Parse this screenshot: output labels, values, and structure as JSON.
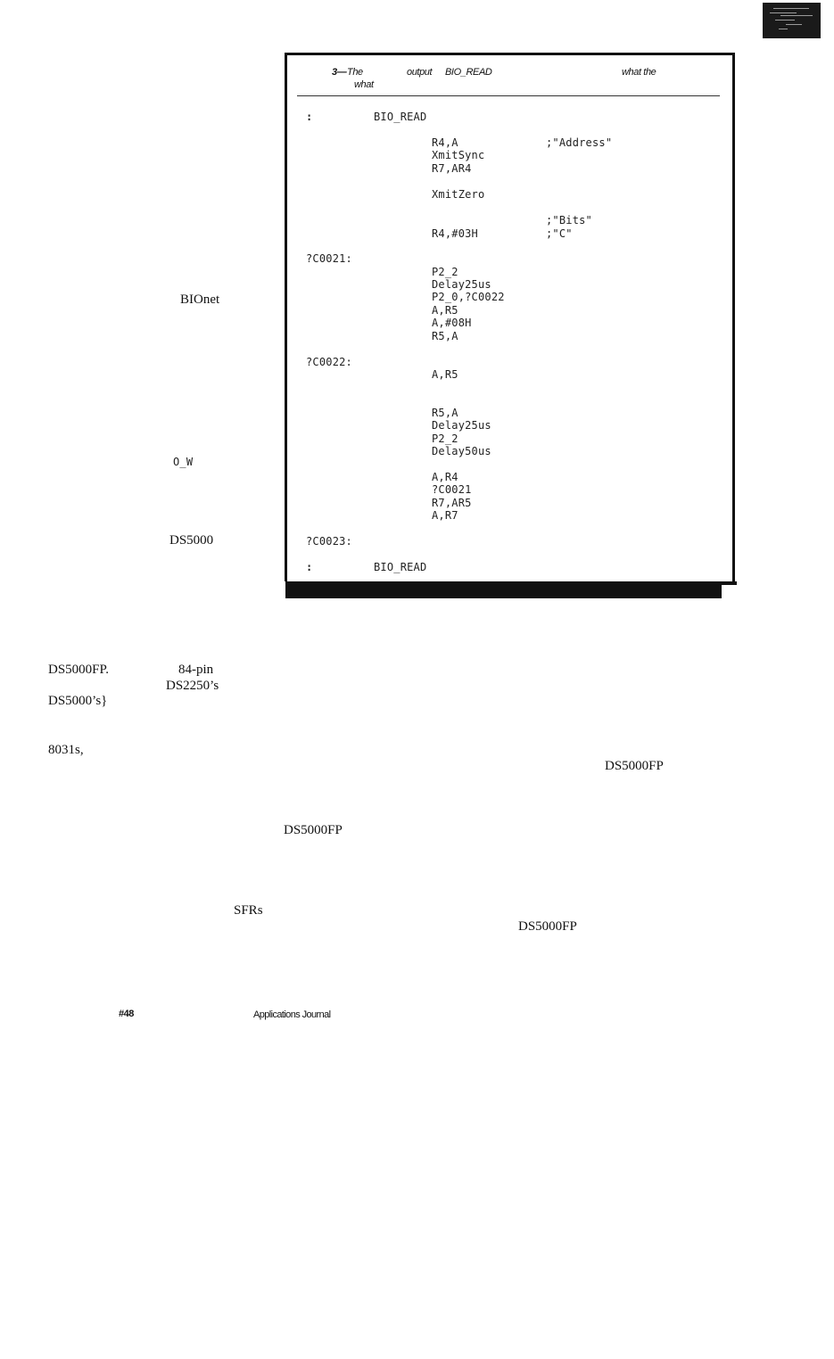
{
  "figure": {
    "caption_number": "3—",
    "caption_words": [
      "The",
      "output",
      "BIO_READ",
      "what the",
      "what"
    ]
  },
  "listing": {
    "header": [
      ":",
      "BIO_READ"
    ],
    "footer": [
      ":",
      "BIO_READ"
    ],
    "operands": [
      "R4,A",
      "XmitSync",
      "R7,AR4",
      "XmitZero",
      "R4,#03H",
      "P2_2",
      "Delay25us",
      "P2_0,?C0022",
      "A,R5",
      "A,#08H",
      "R5,A",
      "A,R5",
      "R5,A",
      "Delay25us",
      "P2_2",
      "Delay50us",
      "A,R4",
      "?C0021",
      "R7,AR5",
      "A,R7"
    ],
    "comments": [
      ";\"Address\"",
      ";\"Bits\"",
      ";\"C\""
    ],
    "labels": [
      "?C0021:",
      "?C0022:",
      "?C0023:"
    ]
  },
  "left_column": [
    "BIOnet",
    "O_W",
    "DS5000"
  ],
  "body_text": {
    "row1": [
      "DS5000FP.",
      "84-pin"
    ],
    "row2": "DS2250’s",
    "row3": "DS5000’s}",
    "row4": "8031s,",
    "row4_right": "DS5000FP",
    "row5": "DS5000FP",
    "row6": "SFRs",
    "row7_right": "DS5000FP"
  },
  "footer": {
    "issue": "#48",
    "journal": "Applications Journal"
  }
}
